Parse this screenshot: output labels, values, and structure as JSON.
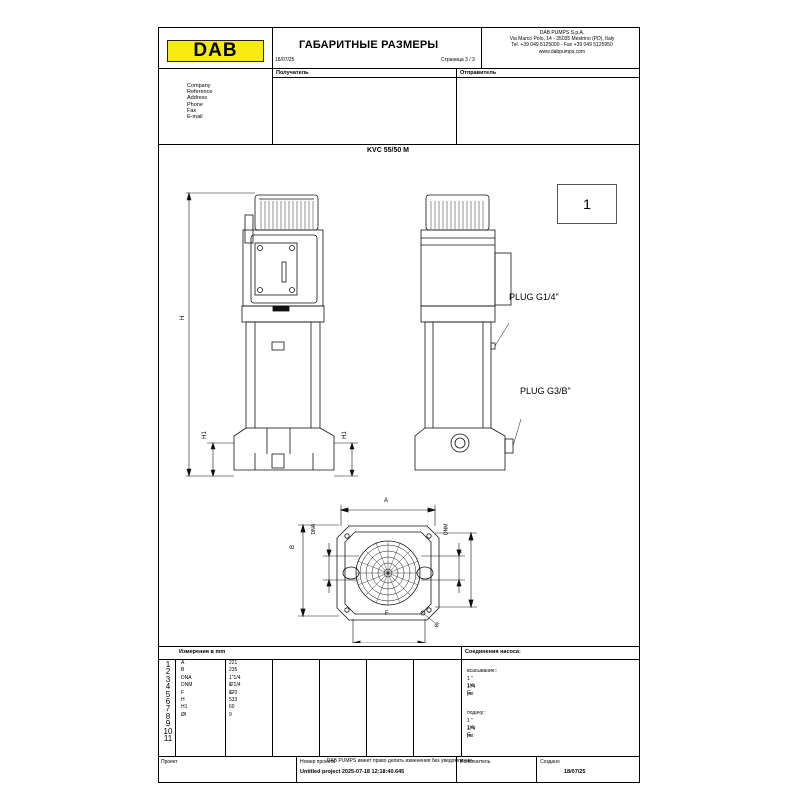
{
  "header": {
    "logo_text": "DAB",
    "title": "ГАБАРИТНЫЕ РАЗМЕРЫ",
    "date": "18/07/25",
    "page": "Страница 3 / 3",
    "company_lines": [
      "DAB PUMPS S.p.A.",
      "Via Marco Polo, 14 - 35035 Mestrino (PD), Italy",
      "Tel. +39 049 5125000 - Fax +39 049 5125950",
      "www.dabpumps.com"
    ]
  },
  "parties": {
    "recipient_label": "Получатель",
    "sender_label": "Отправитель",
    "fields": [
      "Company",
      "Reference",
      "Address",
      "Phone",
      "Fax",
      "E-mail"
    ]
  },
  "drawing": {
    "model": "KVC 55/50 M",
    "variant": "1",
    "plug_upper": "PLUG G1/4\"",
    "plug_lower": "PLUG G3/B\"",
    "labels": {
      "h": "H",
      "h1_left": "H1",
      "h1_right": "H1",
      "a": "A",
      "b": "B",
      "f_bottom": "F",
      "f_side": "F",
      "dna": "DNA",
      "dnm": "DNM",
      "oi": "ØI"
    }
  },
  "measurements": {
    "title": "Измерения в  mm",
    "indices": [
      "1",
      "2",
      "3",
      "4",
      "5",
      "6",
      "7",
      "8",
      "9",
      "10",
      "11"
    ],
    "rows": [
      {
        "key": "A",
        "value": "221"
      },
      {
        "key": "B",
        "value": "235"
      },
      {
        "key": "DNA",
        "value": "1\"1/4 G"
      },
      {
        "key": "DNM",
        "value": "1\"1/4 G"
      },
      {
        "key": "F",
        "value": "170"
      },
      {
        "key": "H",
        "value": "533"
      },
      {
        "key": "H1",
        "value": "60"
      },
      {
        "key": "ØI",
        "value": "9"
      }
    ]
  },
  "connections": {
    "title": "Соединения насоса:",
    "lines": [
      "всасывание::",
      "1 \" 1/4 G",
      "174 psi",
      "",
      "подачу::",
      "1 \" 1/4 G",
      "174 psi"
    ]
  },
  "footer": {
    "project_label": "Проект",
    "project_no_label": "Номер проекта",
    "project_no_value": "Untitled project 2025-07-18 12:18:40.645",
    "executor_label": "Исполнитель",
    "created_label": "Создано",
    "created_value": "18/07/25",
    "disclaimer": "DAB PUMPS имеет право делать изменения без уведомления."
  }
}
